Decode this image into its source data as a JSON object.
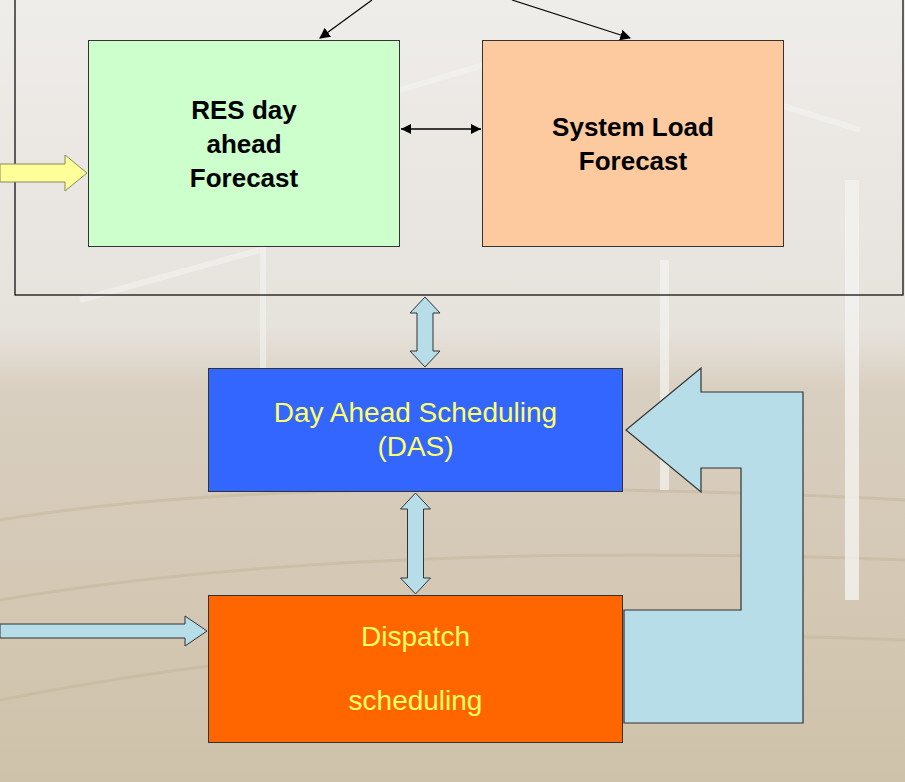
{
  "diagram": {
    "nodes": [
      {
        "text": [
          "RES day ahead Forecast"
        ]
      },
      {
        "text": [
          "System Load Forecast"
        ]
      },
      {
        "text": [
          "Day Ahead Scheduling (DAS)"
        ]
      },
      {
        "text": [
          "Dispatch scheduling"
        ]
      }
    ],
    "edges": [
      {
        "from": 0,
        "to": 1,
        "arrow": "both"
      },
      {
        "from": 2,
        "to": 3,
        "arrow": "both"
      },
      {
        "from": 3,
        "to": 2,
        "arrow": "to"
      }
    ]
  }
}
